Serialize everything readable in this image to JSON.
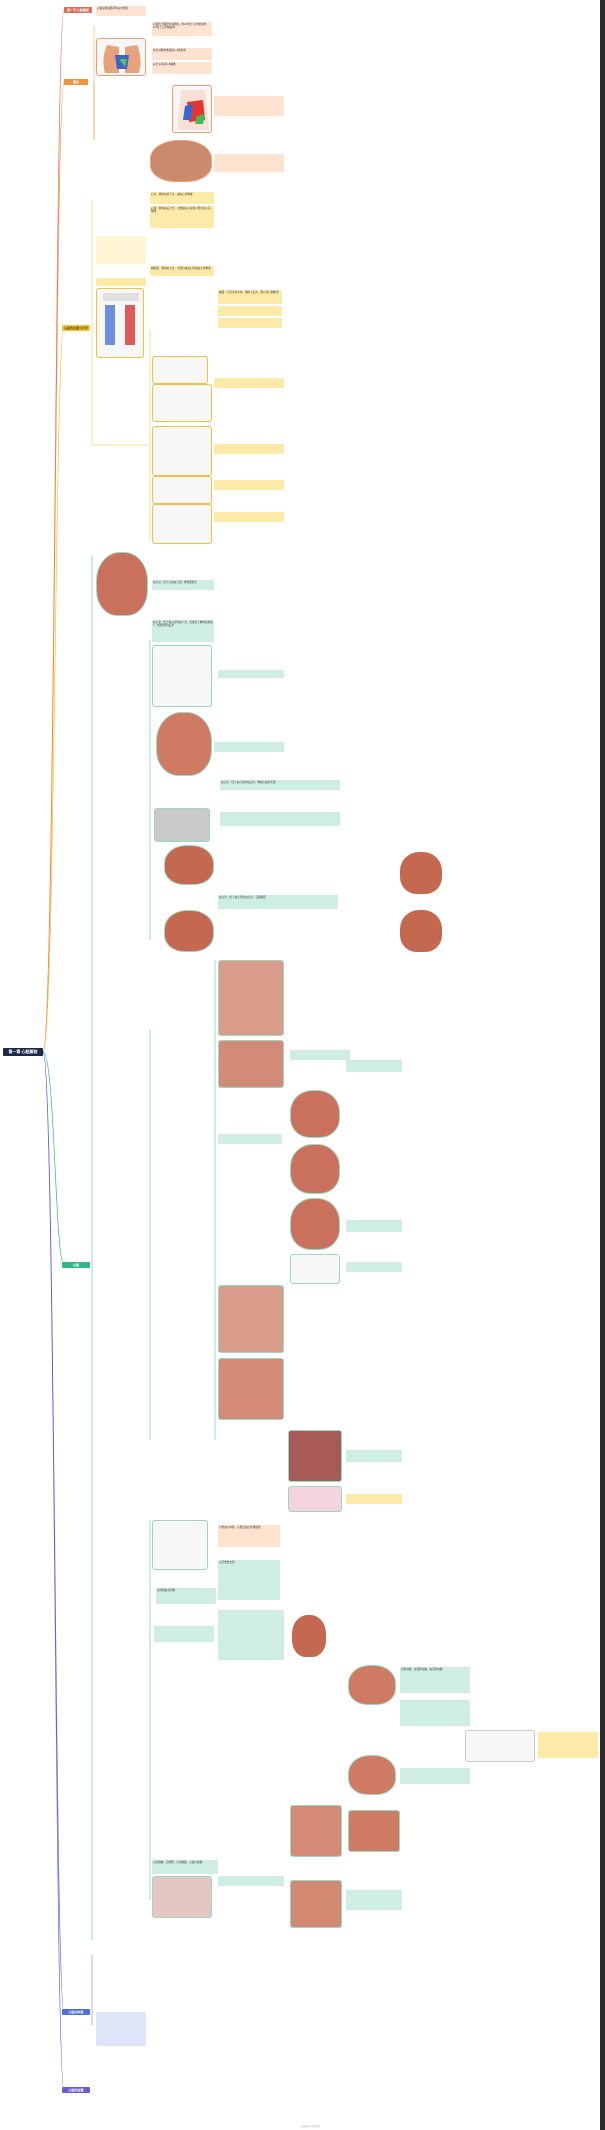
{
  "root": {
    "label": "第一章 心脏解剖"
  },
  "branches": {
    "top": {
      "label": "第一节 心脏概述",
      "color": "#e26b5a"
    },
    "orange": {
      "label": "概述",
      "color": "#f0913c"
    },
    "yellow": {
      "label": "心脏的位置与外形",
      "color": "#f3c430"
    },
    "green": {
      "label": "心腔",
      "color": "#31b98b"
    },
    "blue": {
      "label": "心脏的构造",
      "color": "#4e6ed8"
    },
    "purple": {
      "label": "心脏的血管",
      "color": "#6c5fcf"
    }
  },
  "sections": {
    "top_note": "心脏是血液循环的动力器官",
    "orange_note_1": "心脏位于胸腔中纵隔内，约2/3位于正中线左侧，1/3位于正中线右侧",
    "orange_note_2": "前方对胸骨体和第2~6肋软骨",
    "orange_note_3": "后方平对第5~8胸椎",
    "yellow_note_1": "心尖：朝向左前下方，由左心室构成",
    "yellow_note_2": "心底：朝向右后上方，主要由左心房和小部分右心房构成",
    "yellow_note_3": "胸肋面：朝向前上方，大部分由右心房和右心室构成",
    "yellow_note_4": "膈面：几乎呈水平位，朝向下后方，隔心包与膈毗邻",
    "green_note_1": "右心房：位于心的右上部，壁薄而腔大",
    "green_note_2": "右心室：位于右心房的前下方，直接位于胸骨左缘第4、5肋软骨的后方",
    "green_note_3": "左心房：位于右心房的左后方，构成心底的大部",
    "green_note_4": "左心室：位于右心室的左后方，呈圆锥形",
    "blue_note_1": "心壁由心内膜、心肌层和心外膜组成",
    "blue_note_2": "心纤维性支架",
    "blue_note_3": "房间隔和室间隔",
    "purple_note_1": "冠状动脉：左冠状动脉、右冠状动脉",
    "purple_note_2": "心的静脉：冠状窦、心前静脉、心最小静脉"
  },
  "footer": "心脏解剖 思维导图"
}
